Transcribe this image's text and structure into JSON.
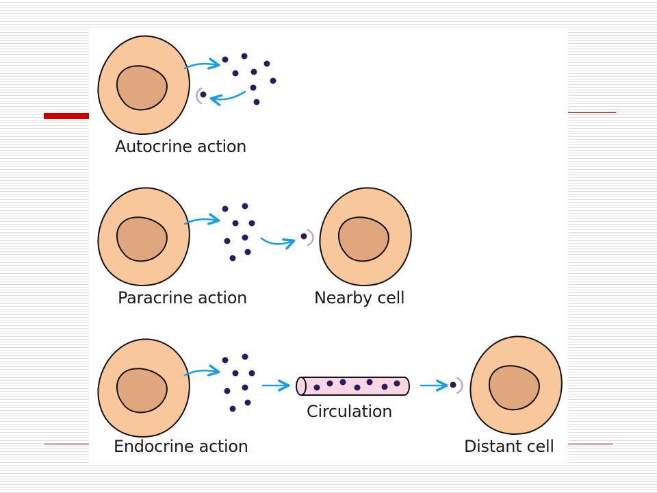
{
  "colors": {
    "cell_membrane": "#f8c89c",
    "cell_nucleus": "#e0a67d",
    "outline": "#111111",
    "arrow": "#1a9ee0",
    "molecule": "#2b1a5c",
    "receptor": "#b7a9cf",
    "vessel": "#f7d7e3",
    "accent": "#cc0000"
  },
  "diagram": {
    "autocrine": {
      "label": "Autocrine action"
    },
    "paracrine": {
      "label": "Paracrine action",
      "target_label": "Nearby cell"
    },
    "endocrine": {
      "label": "Endocrine action",
      "vessel_label": "Circulation",
      "target_label": "Distant cell"
    }
  }
}
